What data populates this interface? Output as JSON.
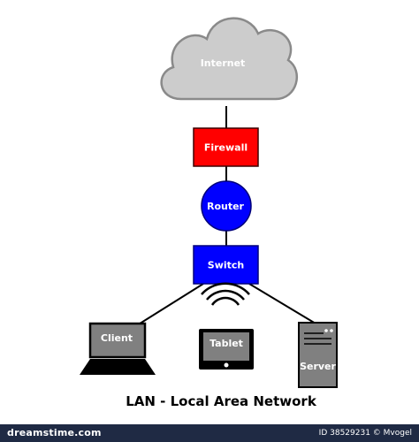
{
  "nodes": {
    "internet": "Internet",
    "firewall": "Firewall",
    "router": "Router",
    "switch": "Switch",
    "client": "Client",
    "tablet": "Tablet",
    "server": "Server"
  },
  "title": "LAN - Local Area Network",
  "footer": {
    "site": "dreamstime.com",
    "id_text": "ID 38529231 © Mvogel"
  },
  "colors": {
    "firewall": "#ff0000",
    "router": "#0000ff",
    "switch": "#0000ff",
    "cloud": "#cccccc",
    "device": "#808080"
  },
  "icons": {
    "internet": "cloud-icon",
    "client": "laptop-icon",
    "tablet": "tablet-icon",
    "server": "server-icon",
    "wireless": "wifi-waves-icon"
  }
}
